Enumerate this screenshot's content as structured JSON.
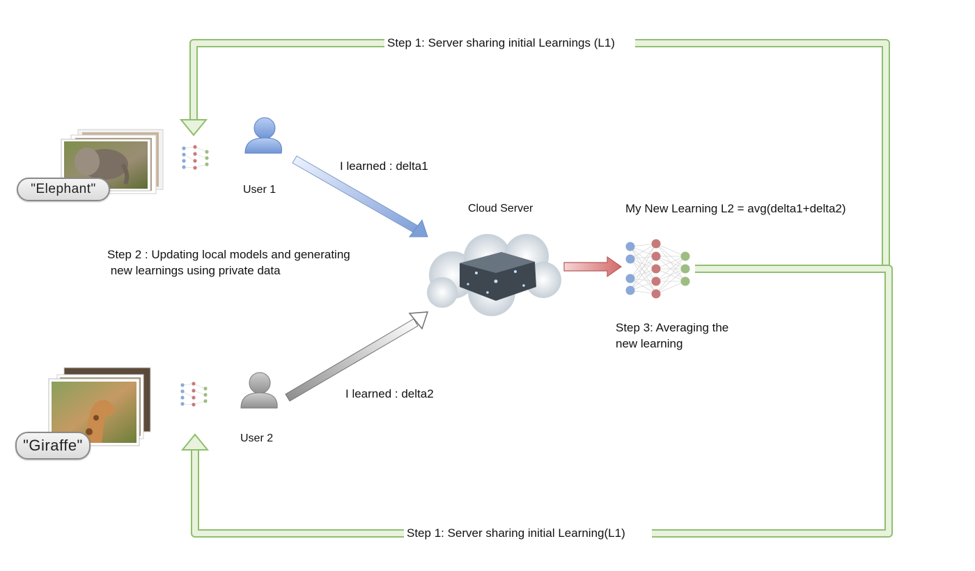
{
  "top_label": "Step 1: Server sharing initial Learnings (L1)",
  "bottom_label": "Step 1: Server sharing initial Learning(L1)",
  "user1": {
    "label": "User 1",
    "tag": "\"Elephant\"",
    "message": "I learned : delta1"
  },
  "user2": {
    "label": "User  2",
    "tag": "\"Giraffe\"",
    "message": "I learned : delta2"
  },
  "server": {
    "label": "Cloud Server"
  },
  "step2": {
    "line1": "Step 2 : Updating local models and generating",
    "line2": " new learnings using private data"
  },
  "new_learning": "My New Learning L2 = avg(delta1+delta2)",
  "step3": {
    "line1": "Step 3: Averaging the",
    "line2": "new learning"
  },
  "colors": {
    "loop_fill": "#e8f2dc",
    "loop_stroke": "#8fbf6f",
    "arrow_blue": "#a9bde6",
    "arrow_red": "#d98585",
    "arrow_gray": "#cfcfcf",
    "node_blue": "#8aa8d8",
    "node_red": "#c87a7a",
    "node_green": "#9dbd82",
    "user1": "#8faee0",
    "user2": "#a8a8a8"
  },
  "icons": [
    "user-icon",
    "neural-network-icon",
    "cloud-server-icon",
    "photo-stack-icon"
  ]
}
